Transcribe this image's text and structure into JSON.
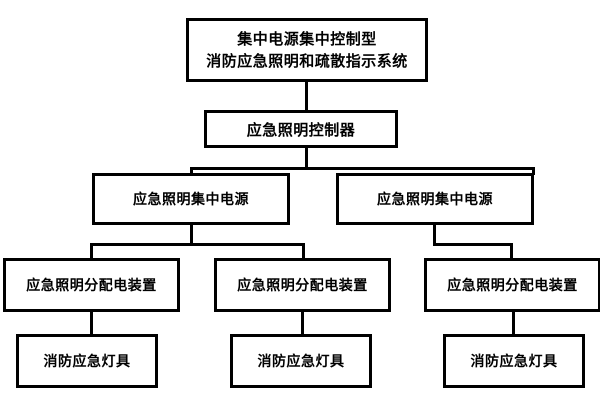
{
  "diagram": {
    "title": "集中电源集中控制型消防应急照明和疏散指示系统",
    "style": {
      "background": "#ffffff",
      "line_color": "#000000",
      "box_fill": "#ffffff",
      "text_color": "#000000"
    },
    "levels": [
      {
        "level": 1,
        "name": "system",
        "nodes": [
          {
            "id": "root",
            "label": "集中电源集中控制型\n消防应急照明和疏散指示系统"
          }
        ]
      },
      {
        "level": 2,
        "name": "controller",
        "nodes": [
          {
            "id": "controller",
            "label": "应急照明控制器"
          }
        ]
      },
      {
        "level": 3,
        "name": "centralized-power-supply",
        "nodes": [
          {
            "id": "power-left",
            "label": "应急照明集中电源"
          },
          {
            "id": "power-right",
            "label": "应急照明集中电源"
          }
        ]
      },
      {
        "level": 4,
        "name": "distribution-device",
        "nodes": [
          {
            "id": "dist-1",
            "label": "应急照明分配电装置"
          },
          {
            "id": "dist-2",
            "label": "应急照明分配电装置"
          },
          {
            "id": "dist-3",
            "label": "应急照明分配电装置"
          }
        ]
      },
      {
        "level": 5,
        "name": "emergency-luminaire",
        "nodes": [
          {
            "id": "lamp-1",
            "label": "消防应急灯具"
          },
          {
            "id": "lamp-2",
            "label": "消防应急灯具"
          },
          {
            "id": "lamp-3",
            "label": "消防应急灯具"
          }
        ]
      }
    ],
    "edges": [
      {
        "from": "root",
        "to": "controller"
      },
      {
        "from": "controller",
        "to": "power-left"
      },
      {
        "from": "controller",
        "to": "power-right"
      },
      {
        "from": "power-left",
        "to": "dist-1"
      },
      {
        "from": "power-left",
        "to": "dist-2"
      },
      {
        "from": "power-right",
        "to": "dist-3"
      },
      {
        "from": "dist-1",
        "to": "lamp-1"
      },
      {
        "from": "dist-2",
        "to": "lamp-2"
      },
      {
        "from": "dist-3",
        "to": "lamp-3"
      }
    ]
  }
}
